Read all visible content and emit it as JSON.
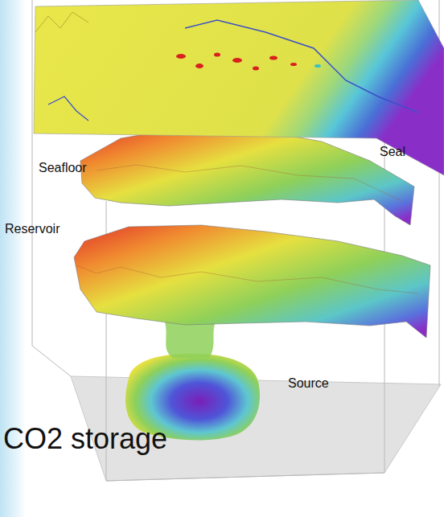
{
  "diagram": {
    "labels": [
      "Seafloor",
      "Seal",
      "Reservoir",
      "Source",
      "CO2 storage"
    ]
  }
}
